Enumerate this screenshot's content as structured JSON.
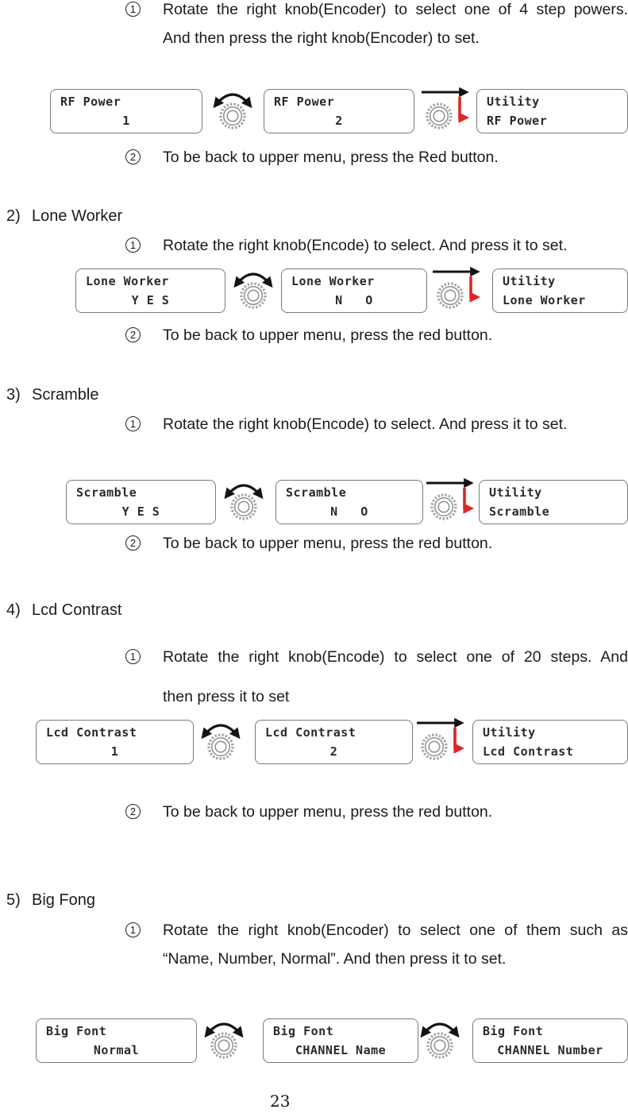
{
  "page_number": "23",
  "markers": {
    "step1": "1",
    "step2": "2"
  },
  "colors": {
    "red_return_arrow": "#e02525",
    "black_arrow": "#141414",
    "knob_gray": "#9a9a9a",
    "lcd_border": "#7a7a7a"
  },
  "icons": {
    "rotate_knob": "knob with curved double-headed arrow (rotate)",
    "press_knob": "knob with straight right arrow and red return arrow (press to set)"
  },
  "sections": {
    "s1": {
      "step1_line1": "Rotate the right knob(Encoder) to select one of 4 step powers.",
      "step1_line2": "And then press the right knob(Encoder) to set.",
      "step2": "To be back to upper menu, press the Red button.",
      "boxes": {
        "b1l1": "RF Power",
        "b1l2": "1",
        "b2l1": "RF Power",
        "b2l2": "2",
        "b3l1": "Utility",
        "b3l2": "RF Power"
      }
    },
    "s2": {
      "number": "2)",
      "title": "Lone Worker",
      "step1_line1": "Rotate the right knob(Encode) to select. And press it to set.",
      "step2": "To be back to upper menu, press the red button.",
      "boxes": {
        "b1l1": "Lone Worker",
        "b1l2": "Y E S",
        "b2l1": "Lone Worker",
        "b2l2": "N   O",
        "b3l1": "Utility",
        "b3l2": "Lone Worker"
      }
    },
    "s3": {
      "number": "3)",
      "title": "Scramble",
      "step1_line1": "Rotate the right knob(Encode) to select. And press it to set.",
      "step2": "To be back to upper menu, press the red button.",
      "boxes": {
        "b1l1": "Scramble",
        "b1l2": "Y E S",
        "b2l1": "Scramble",
        "b2l2": "N   O",
        "b3l1": "Utility",
        "b3l2": "Scramble"
      }
    },
    "s4": {
      "number": "4)",
      "title": "Lcd Contrast",
      "step1_line1": "Rotate the right knob(Encode) to select one of 20 steps. And",
      "step1_line2": "then press it to set",
      "step2": "To be back to upper menu, press the red button.",
      "boxes": {
        "b1l1": "Lcd Contrast",
        "b1l2": "1",
        "b2l1": "Lcd Contrast",
        "b2l2": "2",
        "b3l1": "Utility",
        "b3l2": "Lcd Contrast"
      }
    },
    "s5": {
      "number": "5)",
      "title": "Big Fong",
      "step1_line1": "Rotate the right knob(Encoder) to select one of them such as",
      "step1_line2": "“Name, Number, Normal”. And then press it to set.",
      "boxes": {
        "b1l1": "Big Font",
        "b1l2": "Normal",
        "b2l1": "Big Font",
        "b2l2": "CHANNEL Name",
        "b3l1": "Big Font",
        "b3l2": "CHANNEL Number"
      }
    }
  }
}
